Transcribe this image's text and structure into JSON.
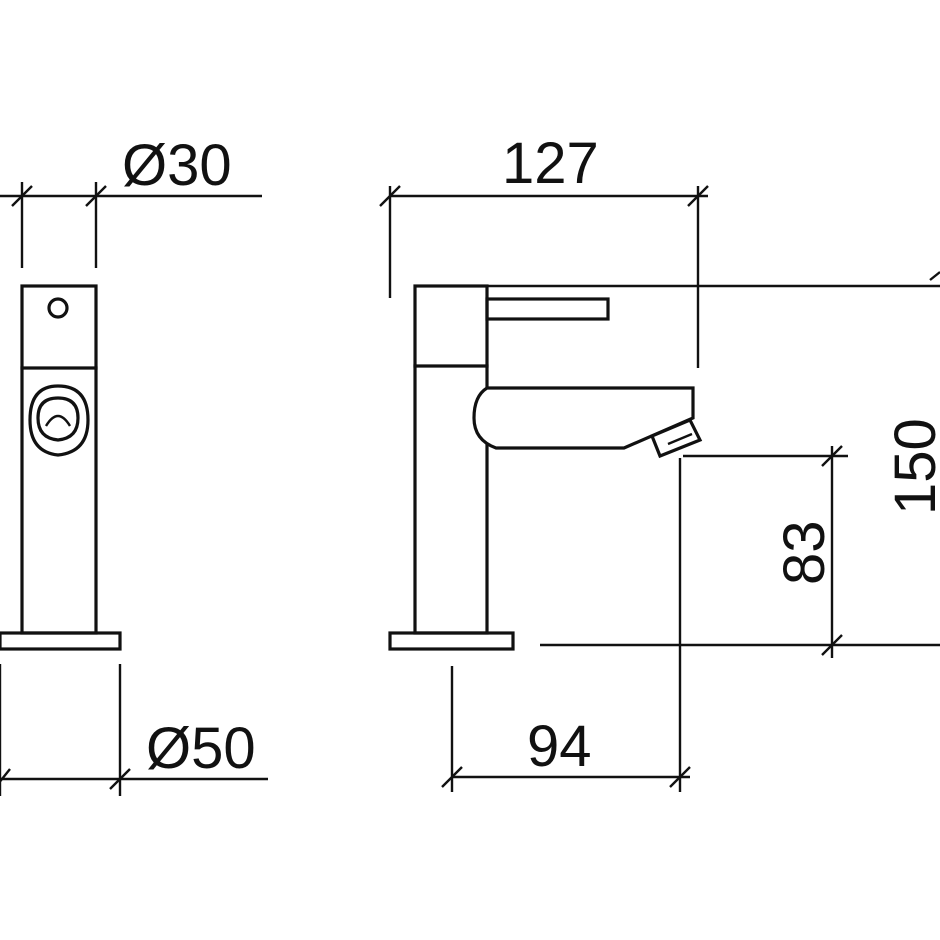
{
  "dimensions": {
    "spout_diameter": "Ø30",
    "base_diameter": "Ø50",
    "total_depth": "127",
    "total_height": "150",
    "spout_height": "83",
    "spout_reach": "94"
  }
}
